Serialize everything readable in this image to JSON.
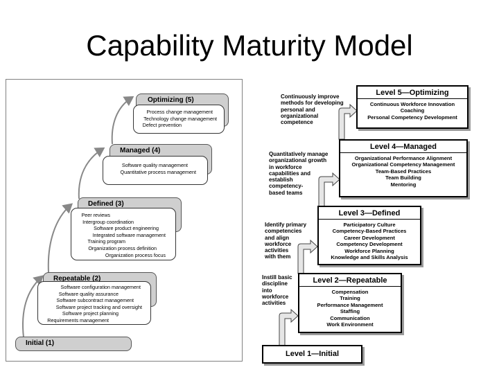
{
  "title": "Capability Maturity Model",
  "left": {
    "initial": "Initial (1)",
    "repeatable": {
      "label": "Repeatable (2)",
      "items": [
        "Software configuration management",
        "Software quality assurance",
        "Software subcontract management",
        "Software project tracking and oversight",
        "Software project planning",
        "Requirements management"
      ]
    },
    "defined": {
      "label": "Defined (3)",
      "items": [
        "Peer reviews",
        "Intergroup coordination",
        "Software product engineering",
        "Integrated software management",
        "Training program",
        "Organization process definition",
        "Organization process focus"
      ]
    },
    "managed": {
      "label": "Managed (4)",
      "items": [
        "Software quality management",
        "Quantitative process management"
      ]
    },
    "optimizing": {
      "label": "Optimizing (5)",
      "items": [
        "Process change management",
        "Technology change management",
        "Defect prevention"
      ]
    }
  },
  "right": {
    "level1": {
      "title": "Level 1—Initial"
    },
    "level2": {
      "title": "Level 2—Repeatable",
      "items": [
        "Compensation",
        "Training",
        "Performance Management",
        "Staffing",
        "Communication",
        "Work Environment"
      ],
      "desc": [
        "Instill basic",
        "discipline",
        "into",
        "workforce",
        "activities"
      ]
    },
    "level3": {
      "title": "Level 3—Defined",
      "items": [
        "Participatory Culture",
        "Competency-Based Practices",
        "Career Development",
        "Competency Development",
        "Workforce Planning",
        "Knowledge and Skills Analysis"
      ],
      "desc": [
        "Identify primary",
        "competencies",
        "and align",
        "workforce",
        "activities",
        "with them"
      ]
    },
    "level4": {
      "title": "Level 4—Managed",
      "items": [
        "Organizational Performance Alignment",
        "Organizational Competency Management",
        "Team-Based Practices",
        "Team Building",
        "Mentoring"
      ],
      "desc": [
        "Quantitatively manage",
        "organizational growth",
        "in workforce",
        "capabilities and",
        "establish",
        "competency-",
        "based teams"
      ]
    },
    "level5": {
      "title": "Level 5—Optimizing",
      "items": [
        "Continuous Workforce Innovation",
        "Coaching",
        "Personal Competency Development"
      ],
      "desc": [
        "Continuously improve",
        "methods for developing",
        "personal and",
        "organizational",
        "competence"
      ]
    }
  }
}
